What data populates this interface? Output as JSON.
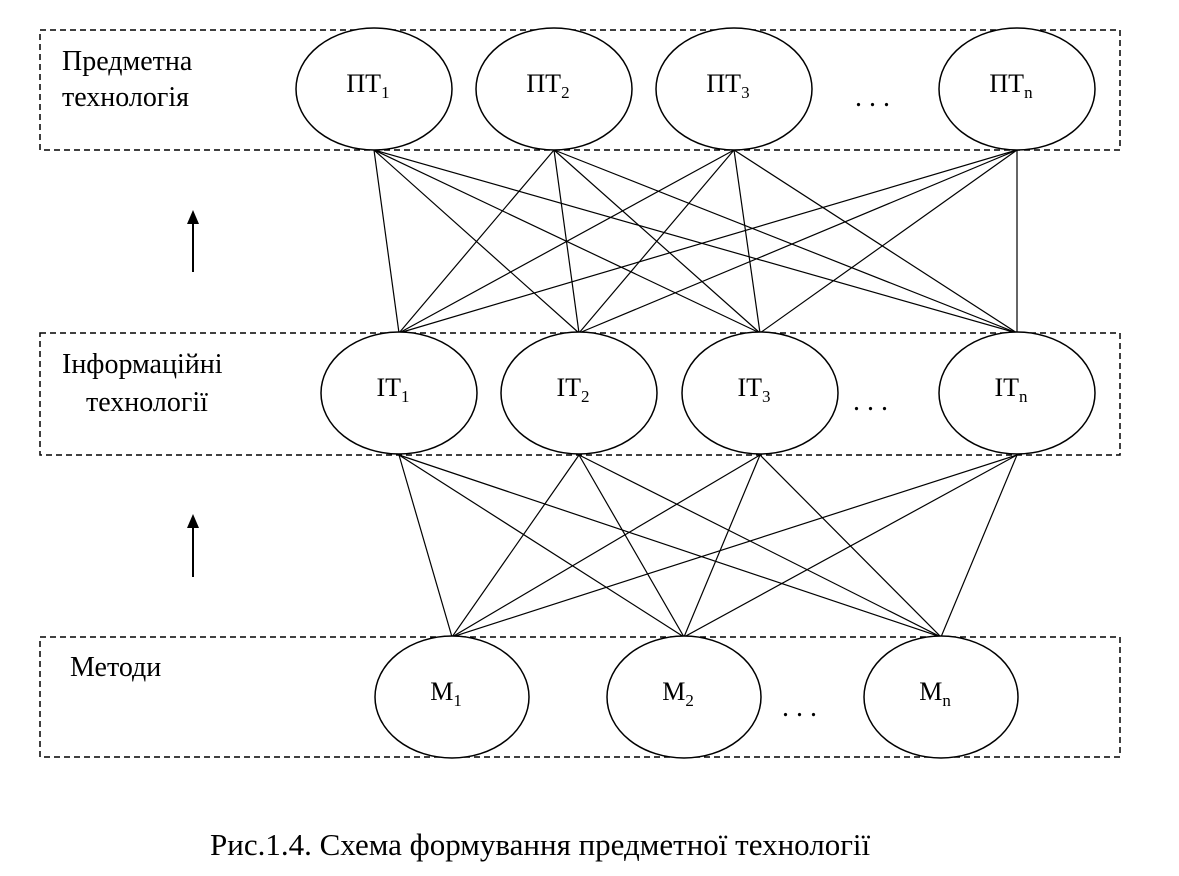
{
  "layers": {
    "subject": {
      "label_line1": "Предметна",
      "label_line2": "технологія",
      "nodes": [
        {
          "base": "ПТ",
          "sub": "1"
        },
        {
          "base": "ПТ",
          "sub": "2"
        },
        {
          "base": "ПТ",
          "sub": "3"
        },
        {
          "base": "ПТ",
          "sub": "n"
        }
      ],
      "ellipsis": ". . ."
    },
    "info": {
      "label_line1": "Інформаційні",
      "label_line2": "технології",
      "nodes": [
        {
          "base": "ІТ",
          "sub": "1"
        },
        {
          "base": "ІТ",
          "sub": "2"
        },
        {
          "base": "ІТ",
          "sub": "3"
        },
        {
          "base": "ІТ",
          "sub": "n"
        }
      ],
      "ellipsis": ". . ."
    },
    "methods": {
      "label_line1": "Методи",
      "nodes": [
        {
          "base": "М",
          "sub": "1"
        },
        {
          "base": "М",
          "sub": "2"
        },
        {
          "base": "М",
          "sub": "n"
        }
      ],
      "ellipsis": ". . ."
    }
  },
  "caption": "Рис.1.4. Схема формування предметної технології"
}
